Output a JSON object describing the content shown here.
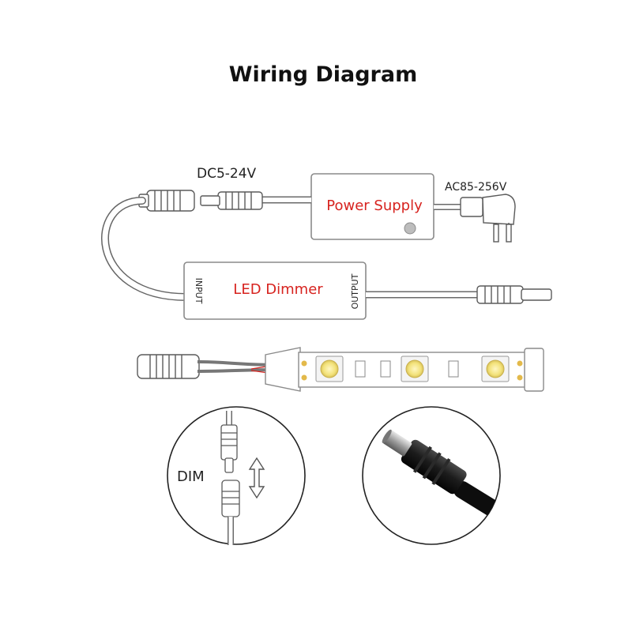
{
  "title": "Wiring Diagram",
  "labels": {
    "dc_voltage": "DC5-24V",
    "ac_voltage": "AC85-256V",
    "power_supply": "Power Supply",
    "led_dimmer": "LED Dimmer",
    "input_port": "INPUT",
    "output_port": "OUTPUT",
    "dim": "DIM"
  },
  "colors": {
    "accent_text": "#d7231f",
    "line": "#555555",
    "led": "#f3e27a"
  },
  "icons": [
    "dc-plug-icon",
    "ac-plug-icon",
    "dc-socket-icon",
    "led-strip-icon",
    "double-arrow-icon",
    "status-led-icon"
  ]
}
